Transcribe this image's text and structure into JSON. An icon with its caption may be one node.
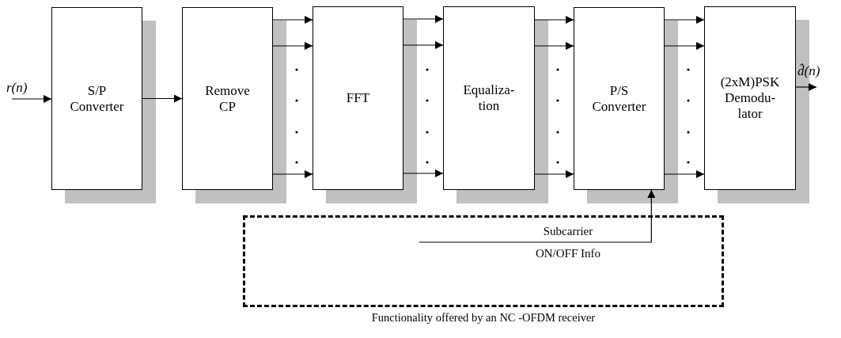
{
  "diagram": {
    "nodes": [
      {
        "text": [
          "r(n)"
        ]
      },
      {
        "text": [
          "S/P Converter"
        ]
      },
      {
        "text": [
          "Remove CP"
        ]
      },
      {
        "text": [
          "FFT"
        ]
      },
      {
        "text": [
          "Equaliza- tion"
        ]
      },
      {
        "text": [
          "P/S Converter"
        ]
      },
      {
        "text": [
          "(2xM)PSK Demodu- lator"
        ]
      },
      {
        "text": [
          "d̂(n)"
        ]
      },
      {
        "text": [
          "Functionality offered by an NC -OFDM receiver"
        ]
      }
    ],
    "edges": [
      {
        "from": 0,
        "to": 1,
        "arrow": "to"
      },
      {
        "from": 1,
        "to": 2,
        "arrow": "to"
      },
      {
        "from": 2,
        "to": 3,
        "arrow": "to"
      },
      {
        "from": 2,
        "to": 3,
        "arrow": "to"
      },
      {
        "from": 2,
        "to": 3,
        "arrow": "to"
      },
      {
        "from": 3,
        "to": 4,
        "arrow": "to"
      },
      {
        "from": 3,
        "to": 4,
        "arrow": "to"
      },
      {
        "from": 3,
        "to": 4,
        "arrow": "to"
      },
      {
        "from": 4,
        "to": 5,
        "arrow": "to"
      },
      {
        "from": 4,
        "to": 5,
        "arrow": "to"
      },
      {
        "from": 4,
        "to": 5,
        "arrow": "to"
      },
      {
        "from": 5,
        "to": 6,
        "arrow": "to"
      },
      {
        "from": 5,
        "to": 6,
        "arrow": "to"
      },
      {
        "from": 5,
        "to": 6,
        "arrow": "to"
      },
      {
        "from": 6,
        "to": 7,
        "arrow": "to"
      },
      {
        "from": 8,
        "to": 5,
        "arrow": "to",
        "label": "Subcarrier ON/OFF Info"
      }
    ]
  }
}
